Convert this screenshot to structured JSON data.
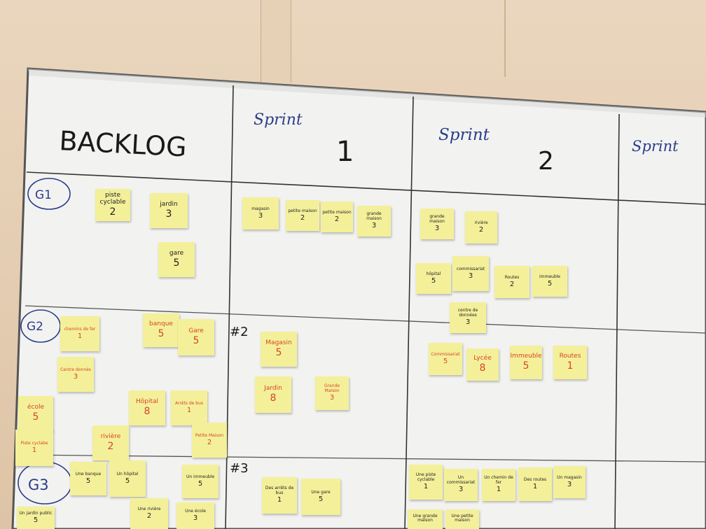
{
  "board": {
    "headers": [
      {
        "text": "BACKLOG",
        "name": "backlog-header"
      },
      {
        "text": "Sprint",
        "name": "sprint-1-header"
      },
      {
        "text": "1",
        "name": "sprint-1-number"
      },
      {
        "text": "Sprint",
        "name": "sprint-2-header"
      },
      {
        "text": "2",
        "name": "sprint-2-number"
      },
      {
        "text": "Sprint",
        "name": "sprint-3-header"
      }
    ],
    "rows": [
      {
        "text": "G1",
        "name": "group-1-label"
      },
      {
        "text": "G2",
        "name": "group-2-label"
      },
      {
        "text": "#2",
        "name": "sprint-row-2-label"
      },
      {
        "text": "G3",
        "name": "group-3-label"
      },
      {
        "text": "#3",
        "name": "sprint-row-3-label"
      }
    ]
  },
  "notes": [
    {
      "label": "piste cyclable",
      "points": "2",
      "color": "dark"
    },
    {
      "label": "jardin",
      "points": "3",
      "color": "dark"
    },
    {
      "label": "gare",
      "points": "5",
      "color": "dark"
    },
    {
      "label": "magasin",
      "points": "3",
      "color": "dark"
    },
    {
      "label": "petite maison",
      "points": "2",
      "color": "dark"
    },
    {
      "label": "petite maison",
      "points": "2",
      "color": "dark"
    },
    {
      "label": "grande maison",
      "points": "3",
      "color": "dark"
    },
    {
      "label": "grande maison",
      "points": "3",
      "color": "dark"
    },
    {
      "label": "rivière",
      "points": "2",
      "color": "dark"
    },
    {
      "label": "hôpital",
      "points": "5",
      "color": "dark"
    },
    {
      "label": "commissariat",
      "points": "3",
      "color": "dark"
    },
    {
      "label": "Routes",
      "points": "2",
      "color": "dark"
    },
    {
      "label": "immeuble",
      "points": "5",
      "color": "dark"
    },
    {
      "label": "centre de données",
      "points": "3",
      "color": "dark"
    },
    {
      "label": "chemins de fer",
      "points": "1",
      "color": "red"
    },
    {
      "label": "banque",
      "points": "5",
      "color": "red"
    },
    {
      "label": "Gare",
      "points": "5",
      "color": "red"
    },
    {
      "label": "Centre donnés",
      "points": "3",
      "color": "red"
    },
    {
      "label": "école",
      "points": "5",
      "color": "red"
    },
    {
      "label": "Hôpital",
      "points": "8",
      "color": "red"
    },
    {
      "label": "Arrêts de bus",
      "points": "1",
      "color": "red"
    },
    {
      "label": "Piste cyclabe",
      "points": "1",
      "color": "red"
    },
    {
      "label": "rivière",
      "points": "2",
      "color": "red"
    },
    {
      "label": "Petite Maison",
      "points": "2",
      "color": "red"
    },
    {
      "label": "Magasin",
      "points": "5",
      "color": "red"
    },
    {
      "label": "Jardin",
      "points": "8",
      "color": "red"
    },
    {
      "label": "Grande Maison",
      "points": "3",
      "color": "red"
    },
    {
      "label": "Commissariat",
      "points": "5",
      "color": "red"
    },
    {
      "label": "Lycée",
      "points": "8",
      "color": "red"
    },
    {
      "label": "Immeuble",
      "points": "5",
      "color": "red"
    },
    {
      "label": "Routes",
      "points": "1",
      "color": "red"
    },
    {
      "label": "Une banque",
      "points": "5",
      "color": "dark"
    },
    {
      "label": "Un hôpital",
      "points": "5",
      "color": "dark"
    },
    {
      "label": "Un immeuble",
      "points": "5",
      "color": "dark"
    },
    {
      "label": "Une rivière",
      "points": "2",
      "color": "dark"
    },
    {
      "label": "Une école",
      "points": "3",
      "color": "dark"
    },
    {
      "label": "Un jardin public",
      "points": "5",
      "color": "dark"
    },
    {
      "label": "Des arrêts de bus",
      "points": "1",
      "color": "dark"
    },
    {
      "label": "Une gare",
      "points": "5",
      "color": "dark"
    },
    {
      "label": "Une piste cyclable",
      "points": "1",
      "color": "dark"
    },
    {
      "label": "Un commissariat",
      "points": "3",
      "color": "dark"
    },
    {
      "label": "Un chemin de fer",
      "points": "1",
      "color": "dark"
    },
    {
      "label": "Des routes",
      "points": "1",
      "color": "dark"
    },
    {
      "label": "Un magasin",
      "points": "3",
      "color": "dark"
    },
    {
      "label": "Une grande maison",
      "points": "",
      "color": "dark"
    },
    {
      "label": "Une petite maison",
      "points": "",
      "color": "dark"
    }
  ],
  "colors": {
    "whiteboard": "#f2f3f1",
    "note": "#f4f09a",
    "red_ink": "#d8432c",
    "dark_ink": "#222222",
    "blue_ink": "#2b3c8a"
  }
}
